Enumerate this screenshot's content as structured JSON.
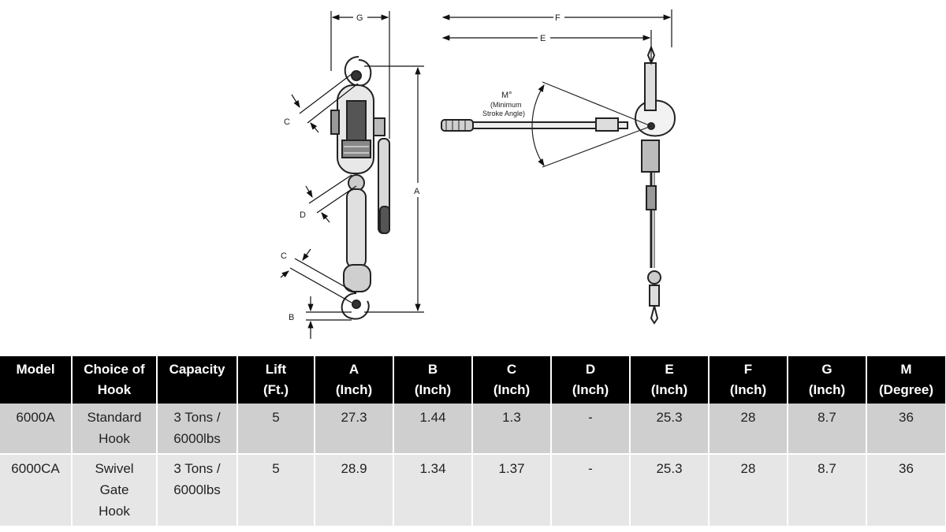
{
  "figure": {
    "labels": {
      "a": "A",
      "b": "B",
      "c1": "C",
      "c2": "C",
      "d": "D",
      "e": "E",
      "f": "F",
      "g": "G",
      "m": "M°",
      "m_note_1": "(Minimum",
      "m_note_2": "Stroke Angle)"
    }
  },
  "table": {
    "headers": [
      [
        "Model"
      ],
      [
        "Choice of",
        "Hook"
      ],
      [
        "Capacity"
      ],
      [
        "Lift",
        "(Ft.)"
      ],
      [
        "A",
        "(Inch)"
      ],
      [
        "B",
        "(Inch)"
      ],
      [
        "C",
        "(Inch)"
      ],
      [
        "D",
        "(Inch)"
      ],
      [
        "E",
        "(Inch)"
      ],
      [
        "F",
        "(Inch)"
      ],
      [
        "G",
        "(Inch)"
      ],
      [
        "M",
        "(Degree)"
      ]
    ],
    "rows": [
      [
        [
          "6000A"
        ],
        [
          "Standard",
          "Hook"
        ],
        [
          "3 Tons /",
          "6000lbs"
        ],
        [
          "5"
        ],
        [
          "27.3"
        ],
        [
          "1.44"
        ],
        [
          "1.3"
        ],
        [
          "-"
        ],
        [
          "25.3"
        ],
        [
          "28"
        ],
        [
          "8.7"
        ],
        [
          "36"
        ]
      ],
      [
        [
          "6000CA"
        ],
        [
          "Swivel",
          "Gate",
          "Hook"
        ],
        [
          "3 Tons /",
          "6000lbs"
        ],
        [
          "5"
        ],
        [
          "28.9"
        ],
        [
          "1.34"
        ],
        [
          "1.37"
        ],
        [
          "-"
        ],
        [
          "25.3"
        ],
        [
          "28"
        ],
        [
          "8.7"
        ],
        [
          "36"
        ]
      ]
    ]
  }
}
